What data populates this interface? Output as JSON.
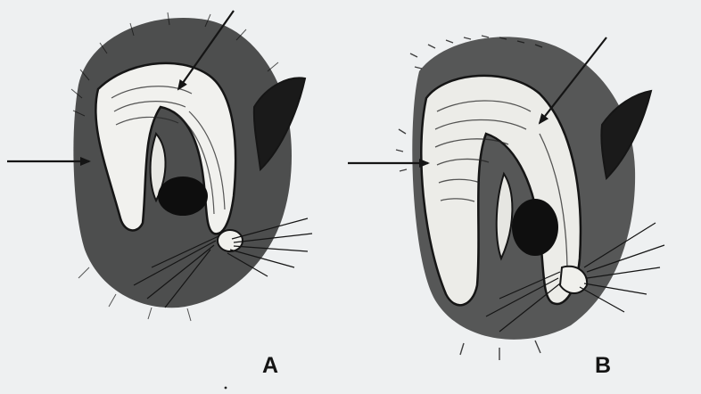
{
  "figure": {
    "background": "#eef0f1",
    "ink": "#151515",
    "panels": [
      {
        "id": "A",
        "label": "A",
        "subject": "bat-head-ear",
        "arrows": [
          "arrow-side",
          "arrow-top"
        ]
      },
      {
        "id": "B",
        "label": "B",
        "subject": "bat-head-ear",
        "arrows": [
          "arrow-side",
          "arrow-top"
        ]
      }
    ]
  }
}
